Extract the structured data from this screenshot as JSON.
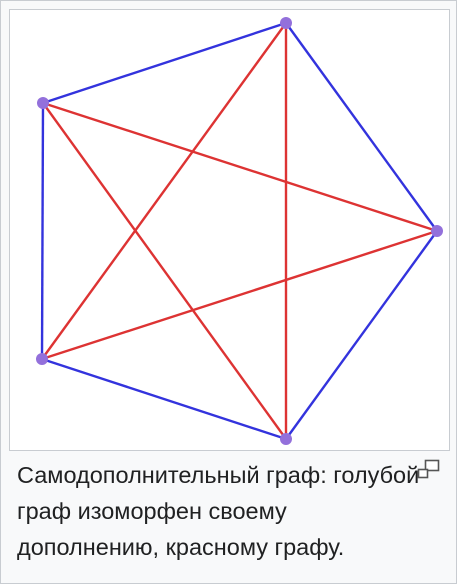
{
  "figure": {
    "caption": "Самодополнительный граф: голубой граф изоморфен своему дополнению, красному графу.",
    "magnify_icon": "enlarge-icon",
    "colors": {
      "blue_edges": "#3333dd",
      "red_edges": "#dd3333",
      "vertices": "#9370db",
      "caption_text": "#202122",
      "border": "#c8ccd1"
    },
    "graph": {
      "vertex_count": 5,
      "blue_edges": [
        [
          0,
          1
        ],
        [
          1,
          2
        ],
        [
          2,
          3
        ],
        [
          3,
          4
        ],
        [
          4,
          0
        ]
      ],
      "red_edges": [
        [
          0,
          2
        ],
        [
          0,
          3
        ],
        [
          1,
          3
        ],
        [
          1,
          4
        ],
        [
          2,
          4
        ]
      ]
    }
  }
}
